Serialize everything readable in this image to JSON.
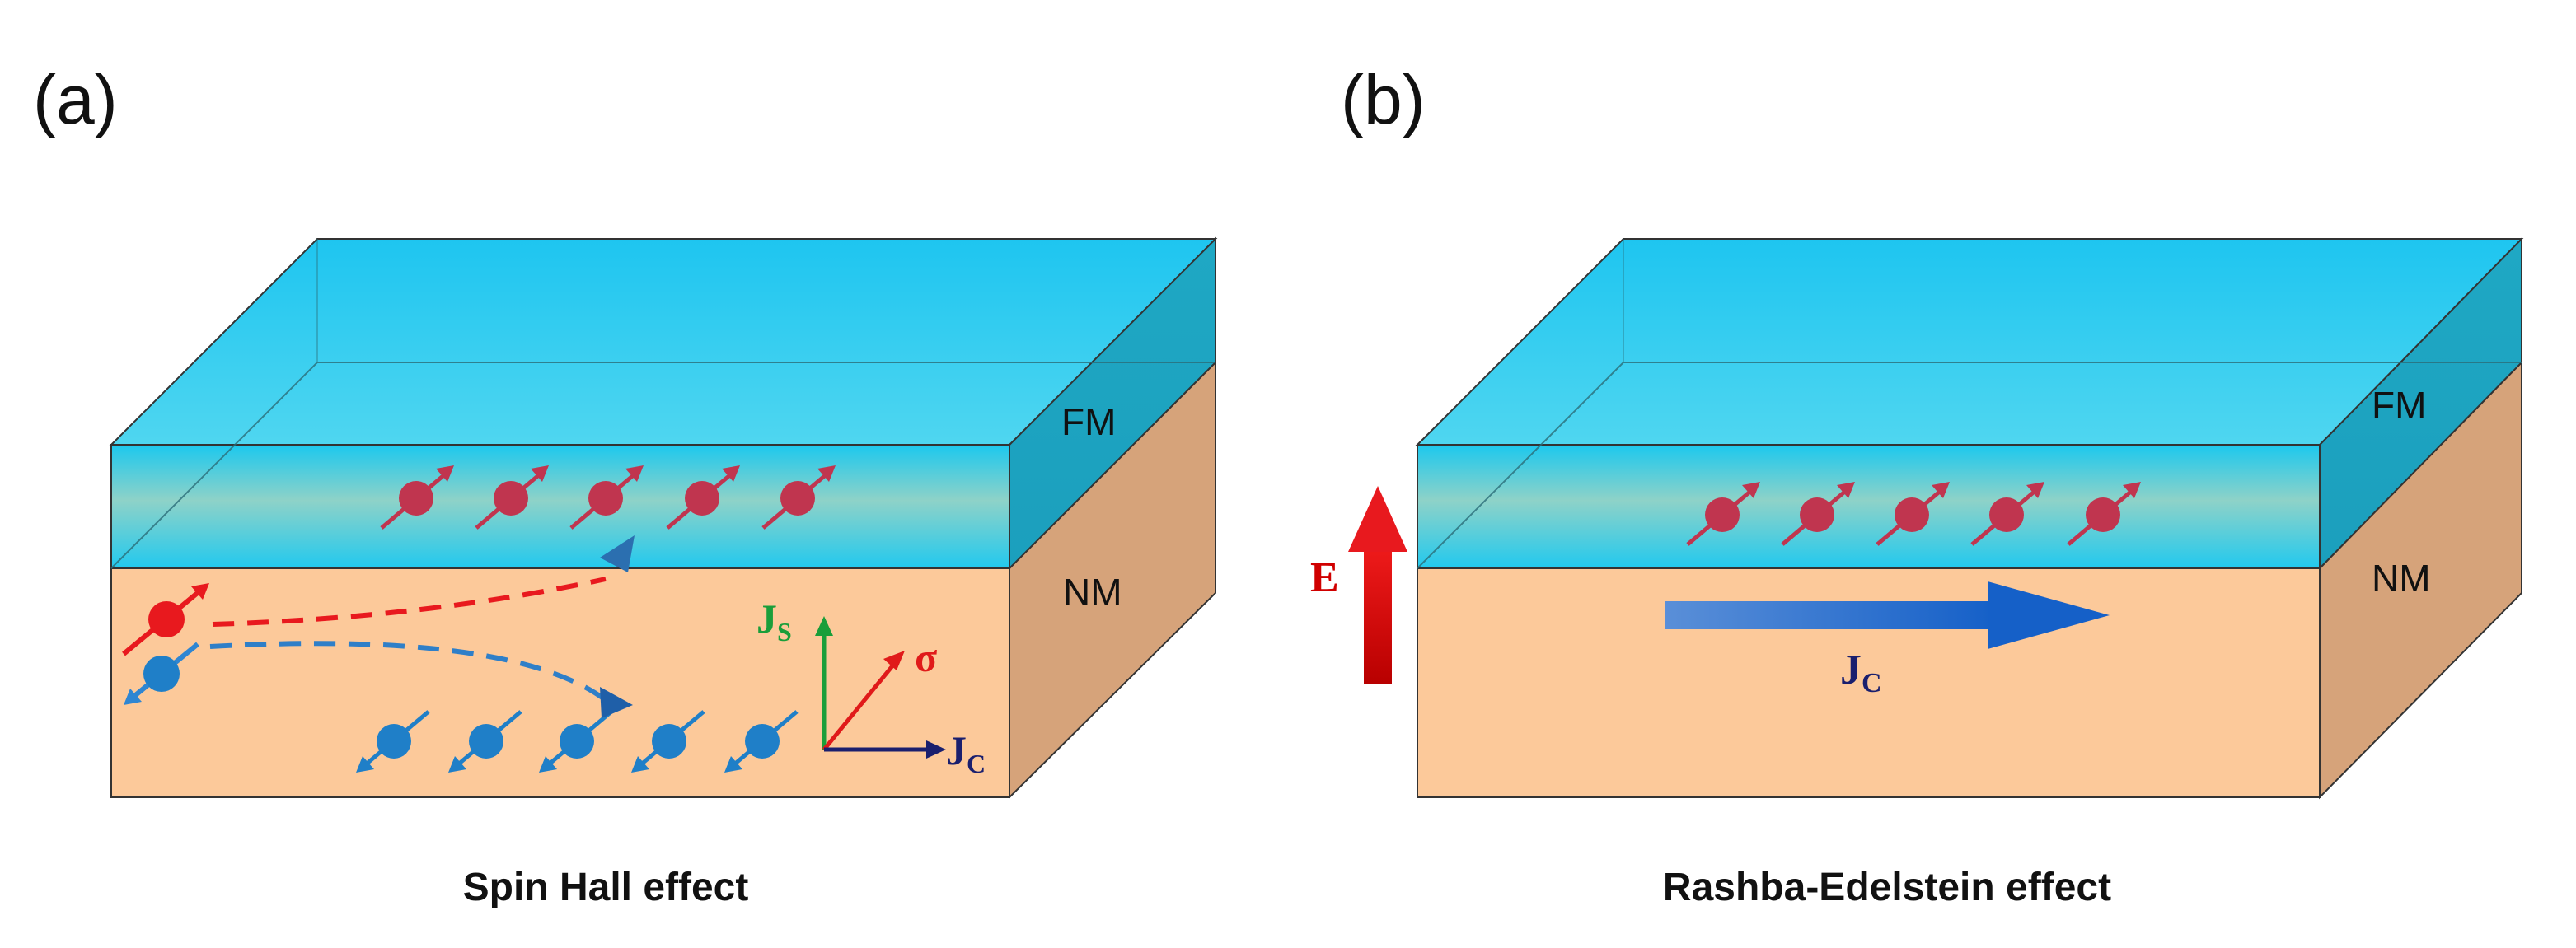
{
  "panels": [
    {
      "label": "(a)",
      "caption": "Spin Hall effect",
      "layers": {
        "top": "FM",
        "bottom": "NM"
      },
      "axes": {
        "spin_current": "J",
        "spin_current_sub": "S",
        "spin_polarization": "σ",
        "charge_current": "J",
        "charge_current_sub": "C"
      }
    },
    {
      "label": "(b)",
      "caption": "Rashba-Edelstein effect",
      "layers": {
        "top": "FM",
        "bottom": "NM"
      },
      "field": "E",
      "current": "J",
      "current_sub": "C"
    }
  ],
  "colors": {
    "fm_layer": "#2ec6e8",
    "nm_layer": "#f8c99a",
    "nm_side": "#d7a57a",
    "spin_up": "#c0354f",
    "spin_down": "#1f7fc8",
    "spin_up_injected": "#e8191e",
    "electric_field": "#d00000",
    "charge_current_arrow": "#1e5cc0",
    "axis_js": "#1a9e3a",
    "axis_sigma": "#e01a1a",
    "axis_jc": "#1a1f6e"
  },
  "icons": [
    "spin-up-icon",
    "spin-down-icon"
  ]
}
